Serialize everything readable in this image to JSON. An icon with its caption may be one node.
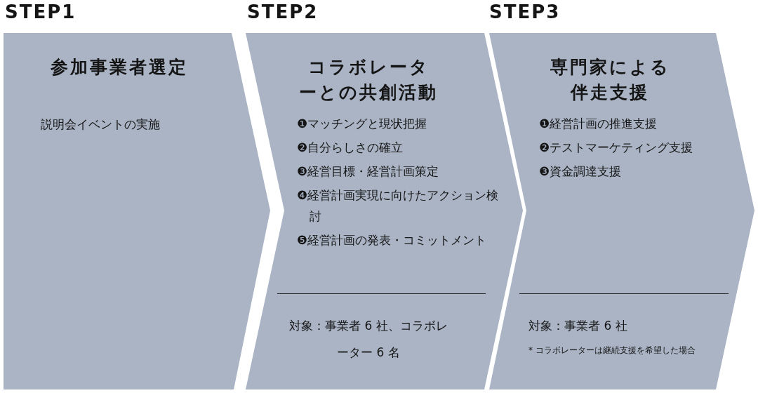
{
  "diagram": {
    "nodes": [
      {
        "text": [
          "STEP1",
          "参加事業者選定",
          "説明会イベントの実施"
        ]
      },
      {
        "text": [
          "STEP2",
          "コラボレーターとの共創活動",
          "❶マッチングと現状把握",
          "❷自分らしさの確立",
          "❸経営目標・経営計画策定",
          "❹経営計画実現に向けたアクション検討",
          "❺経営計画の発表・コミットメント",
          "対象：事業者 6 社、コラボレーター 6 名"
        ]
      },
      {
        "text": [
          "STEP3",
          "専門家による伴走支援",
          "❶経営計画の推進支援",
          "❷テストマーケティング支援",
          "❸資金調達支援",
          "対象：事業者 6 社",
          "* コラボレーターは継続支援を希望した場合"
        ]
      }
    ]
  }
}
